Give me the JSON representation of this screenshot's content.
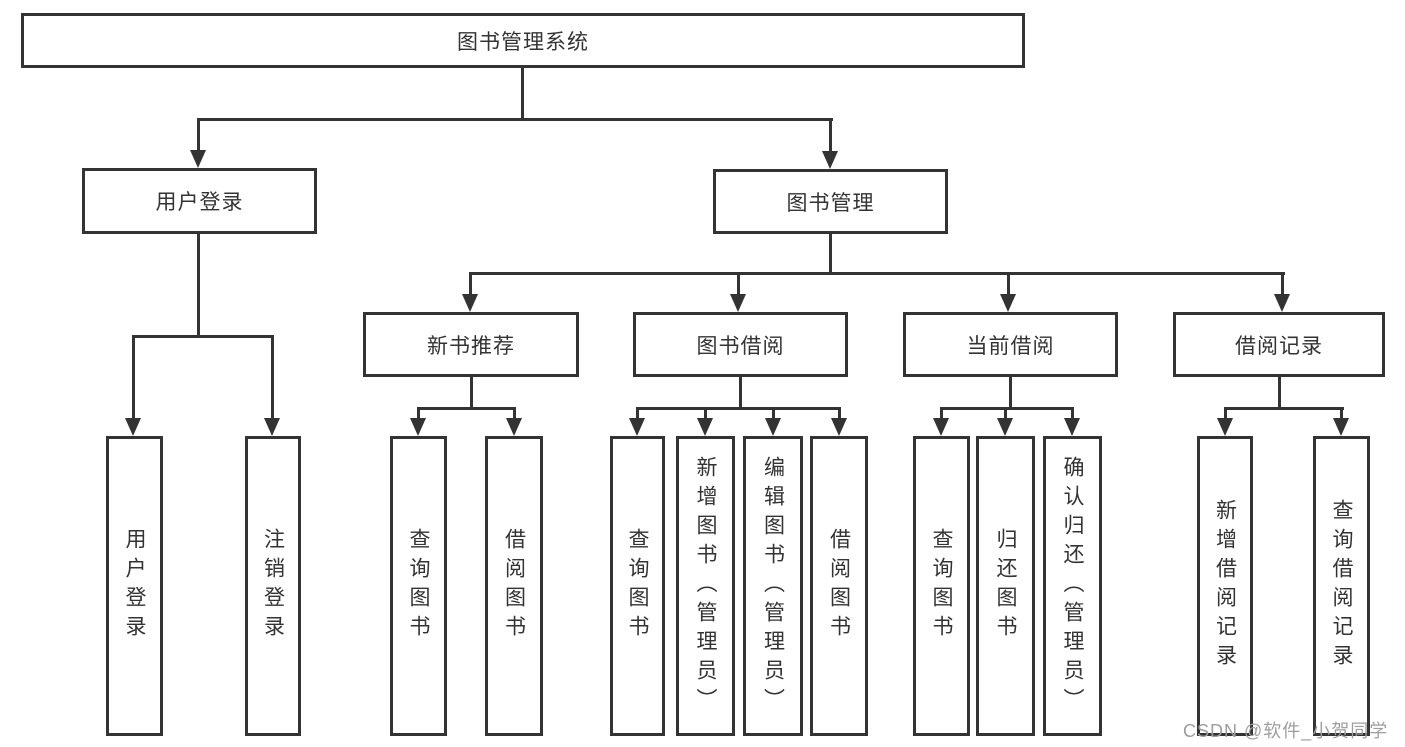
{
  "diagram": {
    "root": "图书管理系统",
    "branches": [
      {
        "label": "用户登录",
        "leaves": [
          "用户登录",
          "注销登录"
        ]
      },
      {
        "label": "图书管理",
        "groups": [
          {
            "label": "新书推荐",
            "leaves": [
              "查询图书",
              "借阅图书"
            ]
          },
          {
            "label": "图书借阅",
            "leaves": [
              "查询图书",
              "新增图书（管理员）",
              "编辑图书（管理员）",
              "借阅图书"
            ]
          },
          {
            "label": "当前借阅",
            "leaves": [
              "查询图书",
              "归还图书",
              "确认归还（管理员）"
            ]
          },
          {
            "label": "借阅记录",
            "leaves": [
              "新增借阅记录",
              "查询借阅记录"
            ]
          }
        ]
      }
    ]
  },
  "watermark": {
    "text": "CSDN @软件_小贺同学",
    "color": "#9e9e9e"
  },
  "colors": {
    "line": "#333333",
    "text": "#333333",
    "background": "#ffffff"
  }
}
